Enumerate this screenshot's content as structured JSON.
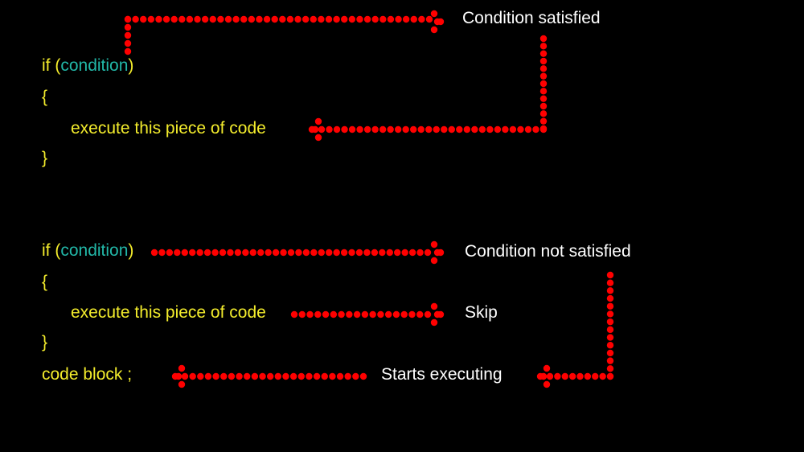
{
  "colors": {
    "background": "#000000",
    "code": "#f3ec2c",
    "condition": "#22b8a8",
    "label": "#ffffff",
    "arrow": "#ff0000"
  },
  "top": {
    "if_keyword": "if",
    "open_paren": "(",
    "condition": "condition",
    "close_paren": ")",
    "open_brace": "{",
    "body": "execute this piece of code",
    "close_brace": "}",
    "label_satisfied": "Condition satisfied"
  },
  "bottom": {
    "if_keyword": "if",
    "open_paren": "(",
    "condition": "condition",
    "close_paren": ")",
    "open_brace": "{",
    "body": "execute this piece of code",
    "close_brace": "}",
    "after": "code block ;",
    "label_not_satisfied": "Condition not satisfied",
    "label_skip": "Skip",
    "label_starts": "Starts executing"
  }
}
